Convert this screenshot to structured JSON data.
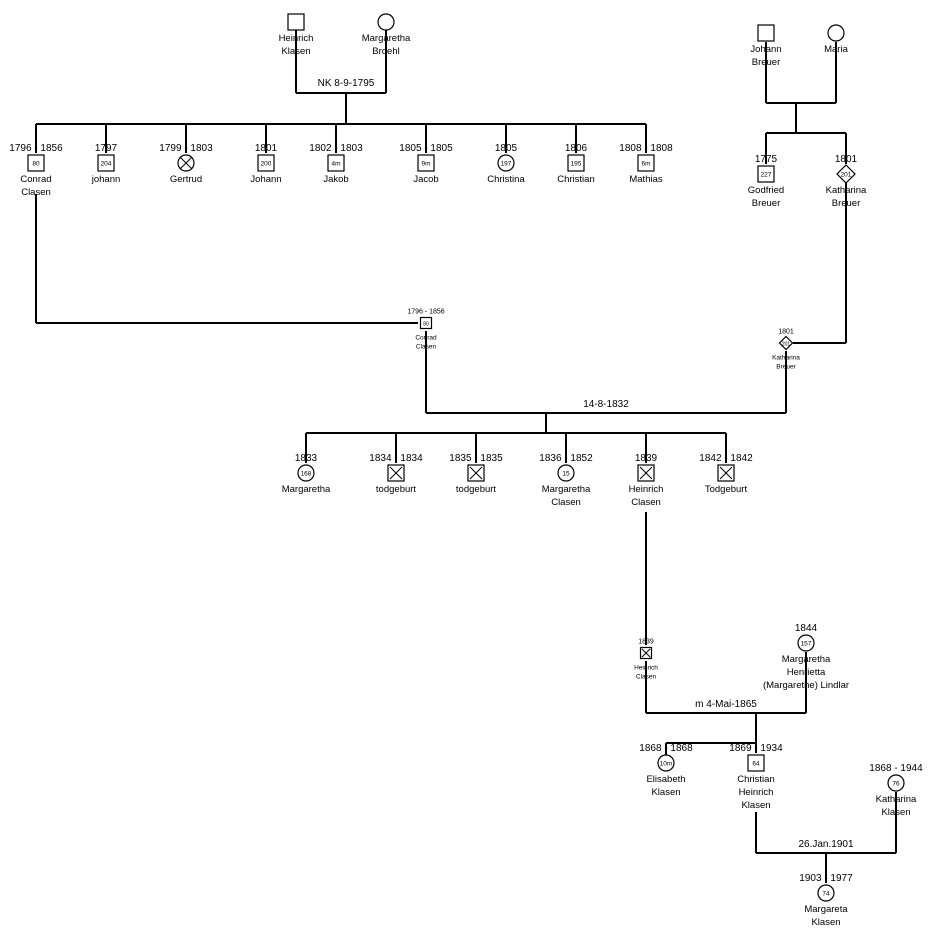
{
  "people": [
    {
      "id": "heinrich_k",
      "sex": "m",
      "dates": "",
      "id_label": "",
      "name": [
        "Heinrich",
        "Klasen"
      ]
    },
    {
      "id": "margaretha_b",
      "sex": "f",
      "dates": "",
      "id_label": "",
      "name": [
        "Margaretha",
        "Broehl"
      ]
    },
    {
      "id": "conrad1",
      "sex": "m",
      "dates": "1796 - 1856",
      "id_label": "80",
      "name": [
        "Conrad",
        "Clasen"
      ]
    },
    {
      "id": "johann1797",
      "sex": "m",
      "dates": "1797",
      "id_label": "204",
      "name": [
        "johann"
      ]
    },
    {
      "id": "gertrud",
      "sex": "f",
      "deceased": true,
      "dates": "1799 - 1803",
      "id_label": "",
      "name": [
        "Gertrud"
      ]
    },
    {
      "id": "johann1801",
      "sex": "m",
      "dates": "1801",
      "id_label": "200",
      "name": [
        "Johann"
      ]
    },
    {
      "id": "jakob",
      "sex": "m",
      "dates": "1802 - 1803",
      "id_label": "4m",
      "name": [
        "Jakob"
      ]
    },
    {
      "id": "jacob",
      "sex": "m",
      "dates": "1805 - 1805",
      "id_label": "9m",
      "name": [
        "Jacob"
      ]
    },
    {
      "id": "christina",
      "sex": "f",
      "dates": "1805",
      "id_label": "197",
      "name": [
        "Christina"
      ]
    },
    {
      "id": "christian1806",
      "sex": "m",
      "dates": "1806",
      "id_label": "195",
      "name": [
        "Christian"
      ]
    },
    {
      "id": "mathias",
      "sex": "m",
      "dates": "1808 - 1808",
      "id_label": "6m",
      "name": [
        "Mathias"
      ]
    },
    {
      "id": "johann_breuer",
      "sex": "m",
      "dates": "",
      "id_label": "",
      "name": [
        "Johann",
        "Breuer"
      ]
    },
    {
      "id": "maria",
      "sex": "f",
      "dates": "",
      "id_label": "",
      "name": [
        "Maria"
      ]
    },
    {
      "id": "godfried",
      "sex": "m",
      "dates": "1775",
      "id_label": "227",
      "name": [
        "Godfried",
        "Breuer"
      ]
    },
    {
      "id": "katharina_b",
      "sex": "u",
      "dates": "1801",
      "id_label": "201",
      "name": [
        "Katharina",
        "Breuer"
      ]
    },
    {
      "id": "conrad2",
      "sex": "m",
      "small": true,
      "dates": "1796 - 1856",
      "id_label": "80",
      "name": [
        "Conrad",
        "Clasen"
      ]
    },
    {
      "id": "katharina_b2",
      "sex": "u",
      "small": true,
      "dates": "1801",
      "id_label": "201",
      "name": [
        "Katharina",
        "Breuer"
      ]
    },
    {
      "id": "margaretha1833",
      "sex": "f",
      "dates": "1833",
      "id_label": "168",
      "name": [
        "Margaretha"
      ]
    },
    {
      "id": "todgeburt1834",
      "sex": "m",
      "deceased": true,
      "dates": "1834 - 1834",
      "id_label": "",
      "name": [
        "todgeburt"
      ]
    },
    {
      "id": "todgeburt1835",
      "sex": "m",
      "deceased": true,
      "dates": "1835 - 1835",
      "id_label": "",
      "name": [
        "todgeburt"
      ]
    },
    {
      "id": "margaretha1836",
      "sex": "f",
      "dates": "1836 - 1852",
      "id_label": "15",
      "name": [
        "Margaretha",
        "Clasen"
      ]
    },
    {
      "id": "heinrich1839",
      "sex": "m",
      "deceased": true,
      "dates": "1839",
      "id_label": "",
      "name": [
        "Heinrich",
        "Clasen"
      ]
    },
    {
      "id": "todgeburt1842",
      "sex": "m",
      "deceased": true,
      "dates": "1842 - 1842",
      "id_label": "",
      "name": [
        "Todgeburt"
      ]
    },
    {
      "id": "heinrich1839b",
      "sex": "m",
      "deceased": true,
      "small": true,
      "dates": "1839",
      "id_label": "",
      "name": [
        "Heinrich",
        "Clasen"
      ]
    },
    {
      "id": "margaretha1844",
      "sex": "f",
      "dates": "1844",
      "id_label": "157",
      "name": [
        "Margaretha",
        "Henrietta",
        "(Margarethe) Lindlar"
      ]
    },
    {
      "id": "elisabeth",
      "sex": "f",
      "dates": "1868 - 1868",
      "id_label": "10m",
      "name": [
        "Elisabeth",
        "Klasen"
      ]
    },
    {
      "id": "christian1869",
      "sex": "m",
      "dates": "1869 - 1934",
      "id_label": "64",
      "name": [
        "Christian",
        "Heinrich",
        "Klasen"
      ]
    },
    {
      "id": "katharina1868",
      "sex": "f",
      "dates": "1868 - 1944",
      "id_label": "76",
      "name": [
        "Katharina",
        "Klasen"
      ]
    },
    {
      "id": "margareta1903",
      "sex": "f",
      "dates": "1903 - 1977",
      "id_label": "74",
      "name": [
        "Margareta",
        "Klasen"
      ]
    }
  ],
  "unions": [
    {
      "id": "u1",
      "label": "NK 8-9-1795"
    },
    {
      "id": "u2",
      "label": ""
    },
    {
      "id": "u3",
      "label": "14-8-1832"
    },
    {
      "id": "u4",
      "label": "m 4-Mai-1865"
    },
    {
      "id": "u5",
      "label": "26.Jan.1901"
    }
  ]
}
